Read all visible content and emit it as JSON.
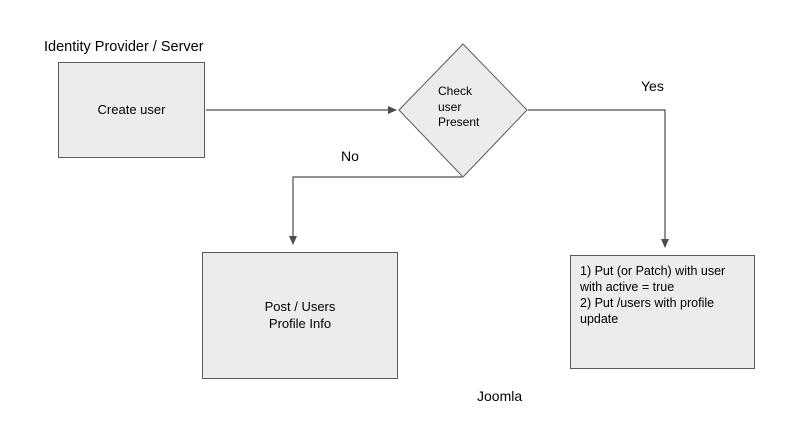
{
  "diagram": {
    "title_label": "Identity Provider / Server",
    "footer_label": "Joomla",
    "nodes": {
      "create_user": "Create user",
      "check_user_present": "Check\nuser\nPresent",
      "post_users": "Post / Users\nProfile Info",
      "put_patch": "1) Put (or Patch) with user\nwith active = true\n2) Put /users with profile\nupdate"
    },
    "edges": {
      "yes_label": "Yes",
      "no_label": "No"
    },
    "colors": {
      "node_fill": "#ececec",
      "node_border": "#5b5b5b",
      "connector": "#4d4d4d",
      "text": "#000000",
      "background": "#ffffff"
    }
  }
}
